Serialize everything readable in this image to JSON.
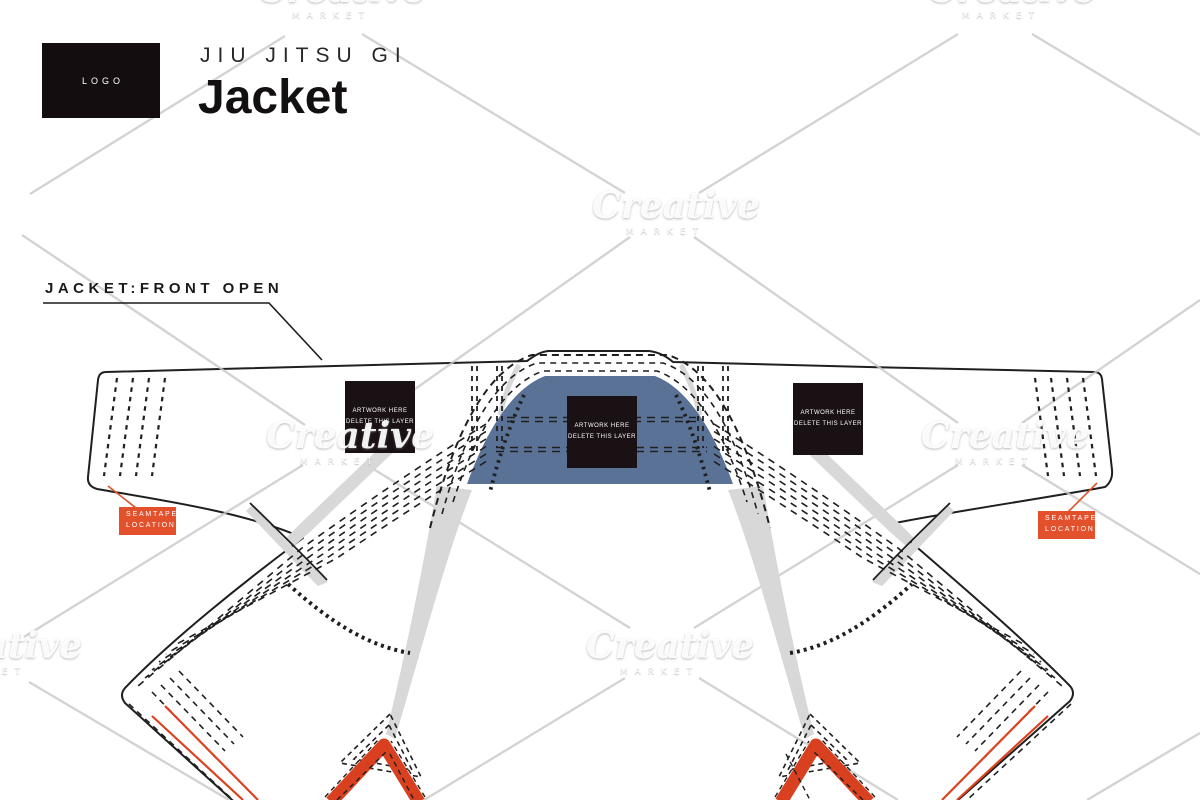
{
  "header": {
    "logo": "LOGO",
    "category": "JIU JITSU GI",
    "product": "Jacket"
  },
  "view_label": "JACKET:FRONT OPEN",
  "artwork_placeholder": {
    "line1": "ARTWORK HERE",
    "line2": "DELETE THIS LAYER"
  },
  "seamtape_label": {
    "line1": "SEAMTAPE",
    "line2": "LOCATION"
  },
  "watermark": {
    "brand": "Creative",
    "word": "MARKET"
  },
  "colors": {
    "collar_blue": "#5a7295",
    "stitch_red": "#dd4220",
    "label_red": "#e2512b",
    "ink": "#1f1f1f",
    "shade_gray": "#d8d8d8",
    "watermark_gray": "#c9c9c9"
  }
}
